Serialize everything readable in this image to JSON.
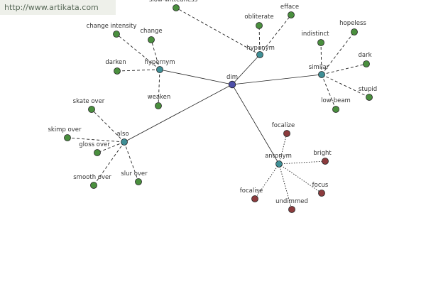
{
  "site_url": "http://www.artikata.com",
  "colors": {
    "center": "#4c4ea8",
    "relation": "#3f8f96",
    "synonym": "#4a8f3e",
    "antonym": "#8c3b3d",
    "edge": "#222222"
  },
  "graph": {
    "center": {
      "id": "dim",
      "label": "dim"
    },
    "relations": [
      {
        "id": "hyponym",
        "label": "hyponym",
        "word_type": "synonym",
        "words": [
          "obliterate",
          "efface",
          "slow-wittedness"
        ]
      },
      {
        "id": "similar",
        "label": "similar",
        "word_type": "synonym",
        "words": [
          "indistinct",
          "hopeless",
          "dark",
          "stupid",
          "low-beam"
        ]
      },
      {
        "id": "hypernym",
        "label": "hypernym",
        "word_type": "synonym",
        "words": [
          "change intensity",
          "change",
          "darken",
          "weaken"
        ]
      },
      {
        "id": "also",
        "label": "also",
        "word_type": "synonym",
        "words": [
          "skate over",
          "skimp over",
          "gloss over",
          "smooth over",
          "slur over"
        ]
      },
      {
        "id": "antonym",
        "label": "antonym",
        "word_type": "antonym",
        "words": [
          "focalize",
          "bright",
          "focus",
          "undimmed",
          "focalise"
        ]
      }
    ]
  }
}
